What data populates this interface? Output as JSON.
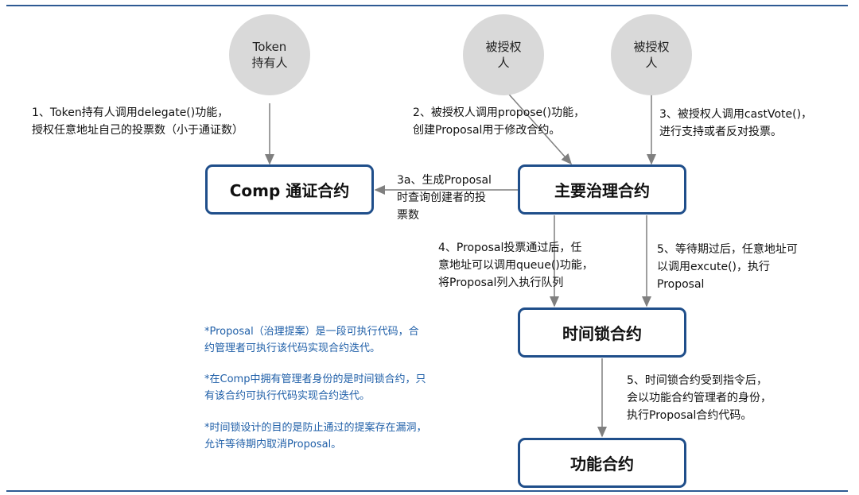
{
  "actors": {
    "token_holder": "Token\n持有人",
    "delegate_1": "被授权\n人",
    "delegate_2": "被授权\n人"
  },
  "contracts": {
    "comp": "Comp 通证合约",
    "governor": "主要治理合约",
    "timelock": "时间锁合约",
    "functional": "功能合约"
  },
  "steps": {
    "step1": "1、Token持有人调用delegate()功能，\n授权任意地址自己的投票数（小于通证数）",
    "step2": "2、被授权人调用propose()功能，\n创建Proposal用于修改合约。",
    "step3": "3、被授权人调用castVote()，\n进行支持或者反对投票。",
    "step3a": "3a、生成Proposal\n时查询创建者的投\n票数",
    "step4": "4、Proposal投票通过后，任\n意地址可以调用queue()功能，\n将Proposal列入执行队列",
    "step5a": "5、等待期过后，任意地址可\n以调用excute()，执行\nProposal",
    "step5b": "5、时间锁合约受到指令后，\n会以功能合约管理者的身份，\n执行Proposal合约代码。"
  },
  "notes": {
    "note1": "*Proposal（治理提案）是一段可执行代码，合\n约管理者可执行该代码实现合约迭代。",
    "note2": "*在Comp中拥有管理者身份的是时间锁合约，只\n有该合约可执行代码实现合约迭代。",
    "note3": "*时间锁设计的目的是防止通过的提案存在漏洞，\n允许等待期内取消Proposal。"
  },
  "colors": {
    "box_border": "#1f4e8a",
    "actor_fill": "#d9d9d9",
    "note_text": "#1f5fa8",
    "arrow": "#7f7f7f"
  }
}
